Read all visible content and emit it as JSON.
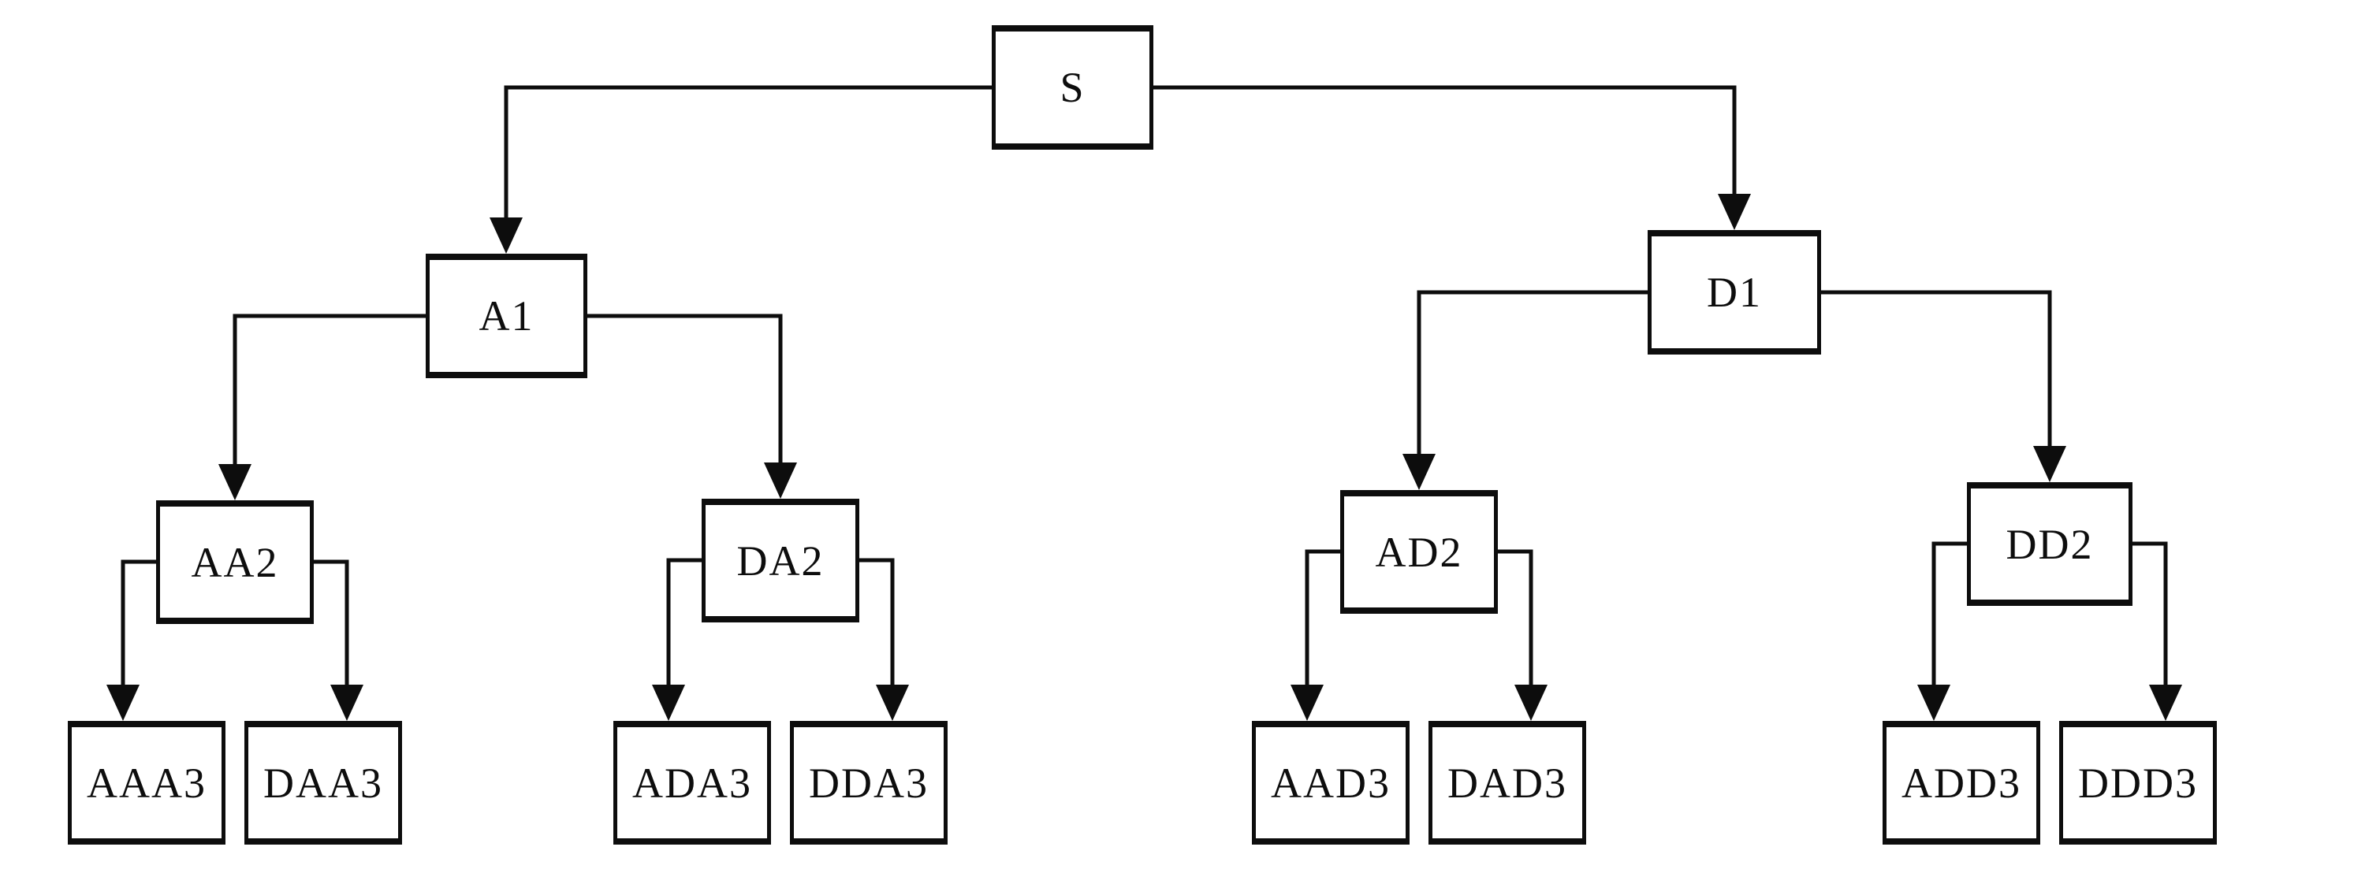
{
  "diagram": {
    "type": "tree",
    "nodes": [
      {
        "id": "S",
        "label": "S",
        "level": 0
      },
      {
        "id": "A1",
        "label": "A1",
        "level": 1
      },
      {
        "id": "D1",
        "label": "D1",
        "level": 1
      },
      {
        "id": "AA2",
        "label": "AA2",
        "level": 2
      },
      {
        "id": "DA2",
        "label": "DA2",
        "level": 2
      },
      {
        "id": "AD2",
        "label": "AD2",
        "level": 2
      },
      {
        "id": "DD2",
        "label": "DD2",
        "level": 2
      },
      {
        "id": "AAA3",
        "label": "AAA3",
        "level": 3
      },
      {
        "id": "DAA3",
        "label": "DAA3",
        "level": 3
      },
      {
        "id": "ADA3",
        "label": "ADA3",
        "level": 3
      },
      {
        "id": "DDA3",
        "label": "DDA3",
        "level": 3
      },
      {
        "id": "AAD3",
        "label": "AAD3",
        "level": 3
      },
      {
        "id": "DAD3",
        "label": "DAD3",
        "level": 3
      },
      {
        "id": "ADD3",
        "label": "ADD3",
        "level": 3
      },
      {
        "id": "DDD3",
        "label": "DDD3",
        "level": 3
      }
    ],
    "edges": [
      {
        "from": "S",
        "to": "A1"
      },
      {
        "from": "S",
        "to": "D1"
      },
      {
        "from": "A1",
        "to": "AA2"
      },
      {
        "from": "A1",
        "to": "DA2"
      },
      {
        "from": "D1",
        "to": "AD2"
      },
      {
        "from": "D1",
        "to": "DD2"
      },
      {
        "from": "AA2",
        "to": "AAA3"
      },
      {
        "from": "AA2",
        "to": "DAA3"
      },
      {
        "from": "DA2",
        "to": "ADA3"
      },
      {
        "from": "DA2",
        "to": "DDA3"
      },
      {
        "from": "AD2",
        "to": "AAD3"
      },
      {
        "from": "AD2",
        "to": "DAD3"
      },
      {
        "from": "DD2",
        "to": "ADD3"
      },
      {
        "from": "DD2",
        "to": "DDD3"
      }
    ],
    "colors": {
      "line": "#0d0d0d",
      "box_fill": "#ffffff",
      "background": "#ffffff"
    }
  }
}
